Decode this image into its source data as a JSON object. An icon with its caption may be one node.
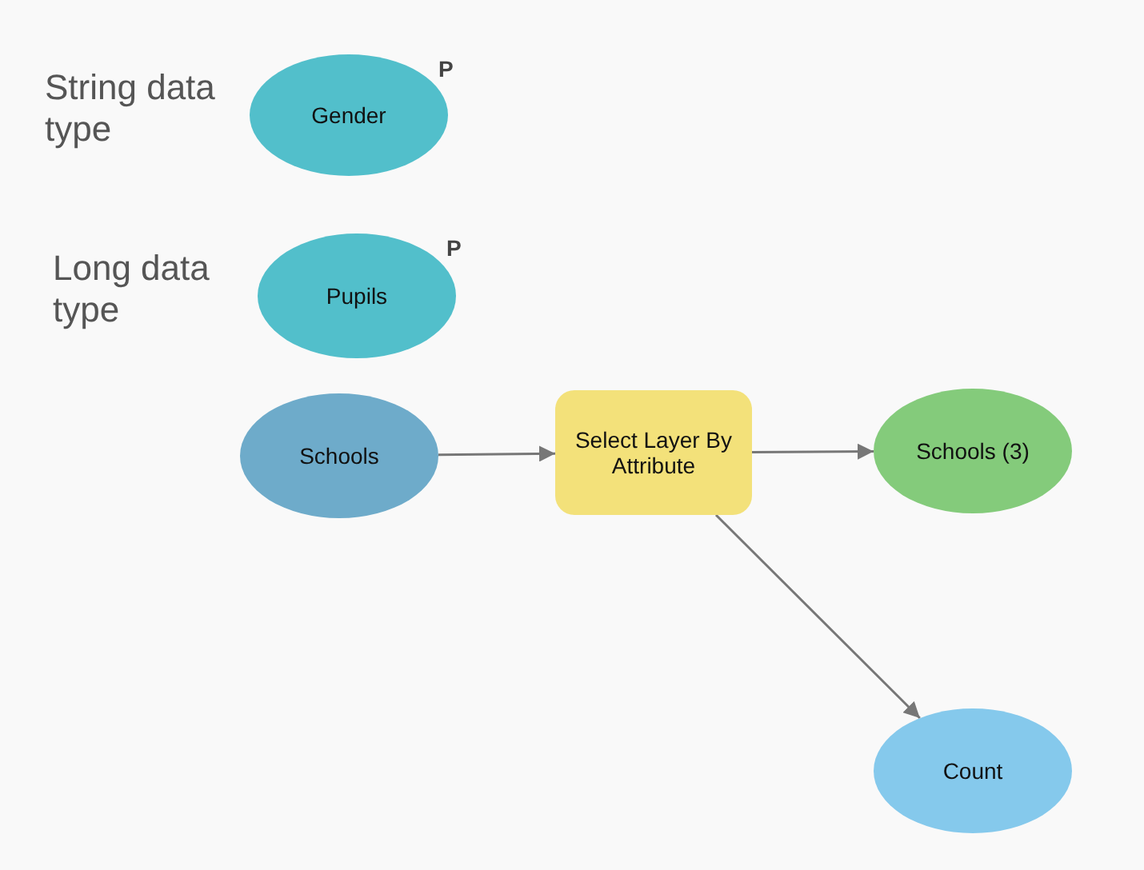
{
  "diagram": {
    "nodes": [
      {
        "text": [
          "Gender"
        ],
        "beside": [
          "P"
        ]
      },
      {
        "text": [
          "Pupils"
        ],
        "beside": [
          "P"
        ]
      },
      {
        "text": [
          "Schools"
        ]
      },
      {
        "text": [
          "Select Layer By Attribute"
        ]
      },
      {
        "text": [
          "Schools (3)"
        ]
      },
      {
        "text": [
          "Count"
        ]
      }
    ],
    "edges": [
      {
        "from": 2,
        "to": 3,
        "arrow": "to"
      },
      {
        "from": 3,
        "to": 4,
        "arrow": "to"
      },
      {
        "from": 3,
        "to": 5,
        "arrow": "to"
      }
    ],
    "labels": [
      "String data type",
      "Long data type"
    ]
  }
}
